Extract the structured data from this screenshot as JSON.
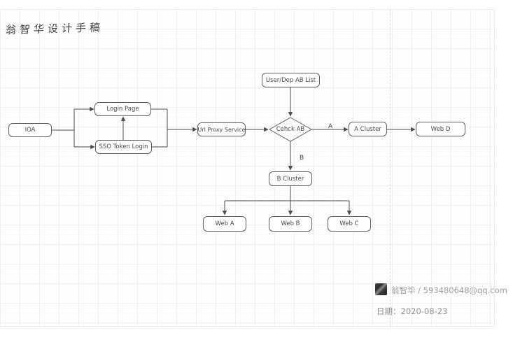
{
  "title": "翁智华设计手稿",
  "colors": {
    "line": "#4d4d4d",
    "node_border": "#5f5f5f",
    "node_text": "#474747",
    "grid_major": "#efefef",
    "grid_minor": "#fafafa",
    "signature_text": "#9d9d9d"
  },
  "nodes": {
    "ioa": {
      "label": "IOA"
    },
    "login_page": {
      "label": "Login Page"
    },
    "sso_token_login": {
      "label": "SSO Token Login"
    },
    "url_proxy_service": {
      "label": "Url Proxy Service"
    },
    "user_dep_ab_list": {
      "label": "User/Dep AB List"
    },
    "check_ab": {
      "label": "Cehck AB"
    },
    "a_cluster": {
      "label": "A Cluster"
    },
    "web_d": {
      "label": "Web D"
    },
    "b_cluster": {
      "label": "B Cluster"
    },
    "web_a": {
      "label": "Web A"
    },
    "web_b": {
      "label": "Web B"
    },
    "web_c": {
      "label": "Web C"
    }
  },
  "edge_labels": {
    "a": "A",
    "b": "B"
  },
  "edges": [
    {
      "from": "ioa",
      "to": "login_page"
    },
    {
      "from": "ioa",
      "to": "sso_token_login"
    },
    {
      "from": "sso_token_login",
      "to": "login_page"
    },
    {
      "from": "login_page",
      "to": "url_proxy_service"
    },
    {
      "from": "sso_token_login",
      "to": "url_proxy_service"
    },
    {
      "from": "url_proxy_service",
      "to": "check_ab"
    },
    {
      "from": "user_dep_ab_list",
      "to": "check_ab"
    },
    {
      "from": "check_ab",
      "to": "a_cluster",
      "label": "A"
    },
    {
      "from": "a_cluster",
      "to": "web_d"
    },
    {
      "from": "check_ab",
      "to": "b_cluster",
      "label": "B"
    },
    {
      "from": "b_cluster",
      "to": "web_a"
    },
    {
      "from": "b_cluster",
      "to": "web_b"
    },
    {
      "from": "b_cluster",
      "to": "web_c"
    }
  ],
  "signature": {
    "name_email": "翁智华 / 593480648@qq.com",
    "date": "日期：2020-08-23"
  }
}
